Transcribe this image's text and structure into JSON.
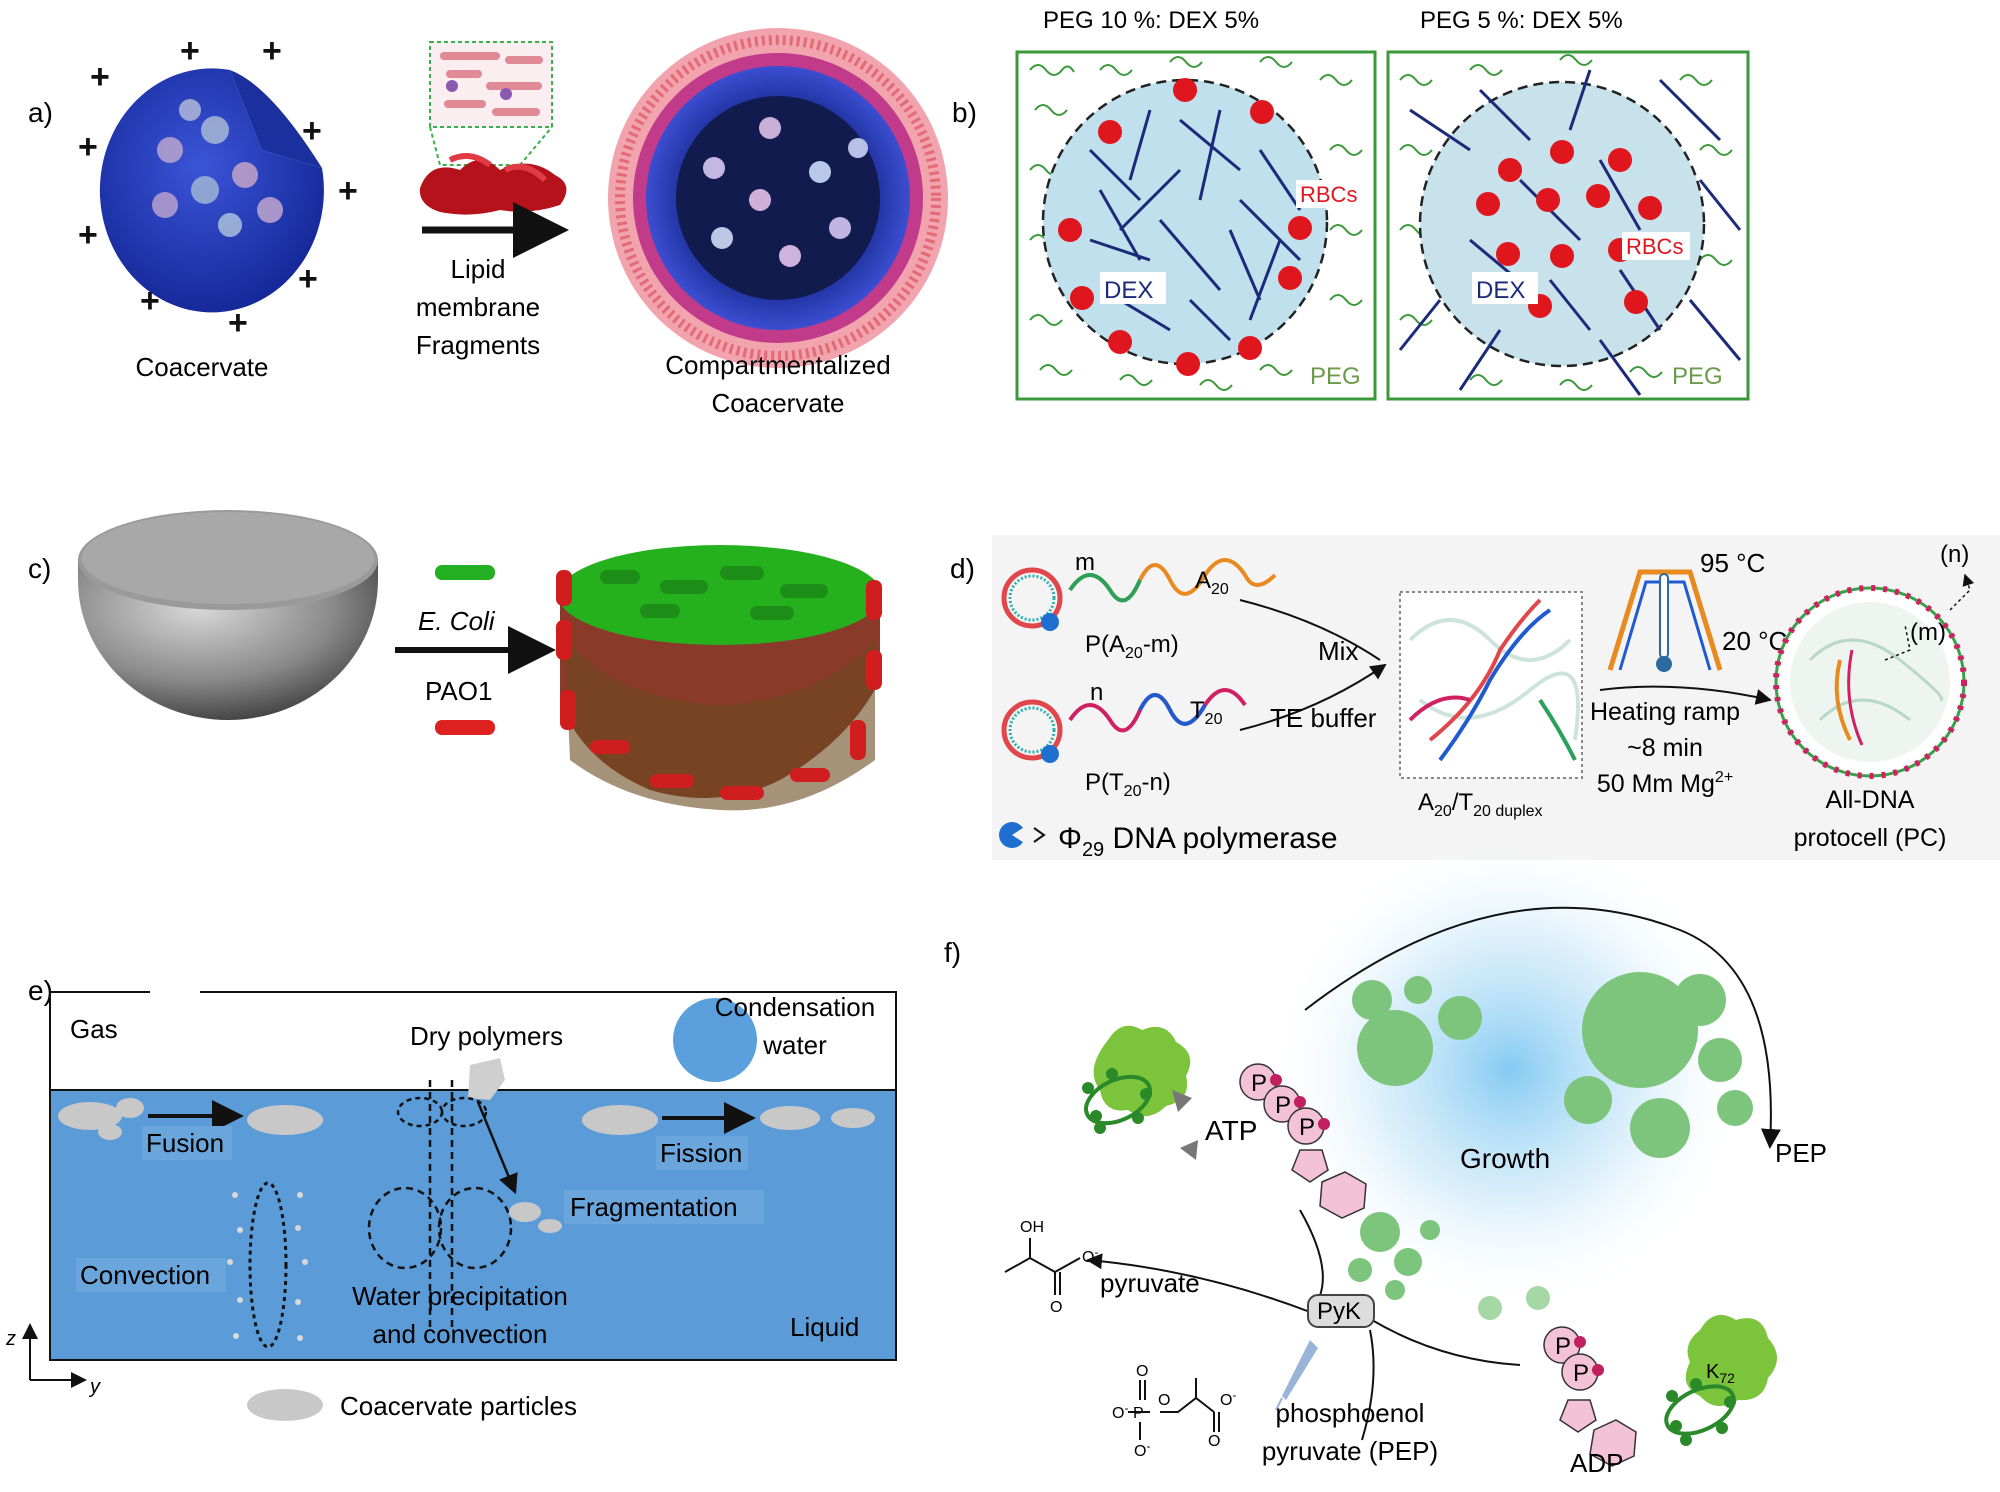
{
  "panel_a": {
    "label": "a)",
    "coacervate_caption": "Coacervate",
    "arrow_caption_1": "Lipid",
    "arrow_caption_2": "membrane",
    "arrow_caption_3": "Fragments",
    "result_caption_1": "Compartmentalized",
    "result_caption_2": "Coacervate",
    "charge_symbol": "+"
  },
  "panel_b": {
    "label": "b)",
    "left_title": "PEG 10 %: DEX 5%",
    "right_title": "PEG 5 %: DEX 5%",
    "dex_label": "DEX",
    "rbc_label": "RBCs",
    "peg_label": "PEG"
  },
  "panel_c": {
    "label": "c)",
    "bacteria_1": "E. Coli",
    "bacteria_2": "PAO1"
  },
  "panel_d": {
    "label": "d)",
    "strand_m": "m",
    "strand_a20": "A",
    "strand_a20_sub": "20",
    "product_1": "P(A",
    "product_1_sub": "20",
    "product_1_end": "-m)",
    "strand_n": "n",
    "strand_t20": "T",
    "strand_t20_sub": "20",
    "product_2": "P(T",
    "product_2_sub": "20",
    "product_2_end": "-n)",
    "mix_label": "Mix",
    "buffer_label": "TE buffer",
    "duplex_label": "A",
    "duplex_sub1": "20",
    "duplex_slash": "/T",
    "duplex_sub2": "20 duplex",
    "temp_high": "95 °C",
    "temp_low": "20 °C",
    "ramp_1": "Heating ramp",
    "ramp_2": "~8 min",
    "ramp_3": "50 Mm Mg",
    "ramp_3_sup": "2+",
    "label_n": "(n)",
    "label_m": "(m)",
    "result_1": "All-DNA",
    "result_2": "protocell (PC)",
    "polymerase_phi": "Φ",
    "polymerase_sub": "29",
    "polymerase_text": " DNA polymerase"
  },
  "panel_e": {
    "label": "e)",
    "gas": "Gas",
    "dry_polymers": "Dry polymers",
    "condensation_1": "Condensation",
    "condensation_2": "water",
    "fusion": "Fusion",
    "fission": "Fission",
    "fragmentation": "Fragmentation",
    "convection": "Convection",
    "precip_1": "Water precipitation",
    "precip_2": "and convection",
    "liquid": "Liquid",
    "axis_z": "z",
    "axis_y": "y",
    "legend": "Coacervate particles"
  },
  "panel_f": {
    "label": "f)",
    "atp": "ATP",
    "growth": "Growth",
    "pep_right": "PEP",
    "pyruvate": "pyruvate",
    "pyk": "PyK",
    "pep_1": "phosphoenol",
    "pep_2": "pyruvate (PEP)",
    "adp": "ADP",
    "k72": "K",
    "k72_sub": "72",
    "phosphate": "P",
    "oh": "OH",
    "oxygen": "O",
    "o_minus": "O",
    "minus": "-"
  },
  "colors": {
    "coacervate_blue": "#1f3fb5",
    "membrane_red": "#c41a2a",
    "peg_green": "#3a9a3a",
    "dex_navy": "#1c2a7a",
    "rbc_red": "#e0161e",
    "liquid_blue": "#5b9bd8",
    "droplet_grey": "#c8c8c8",
    "growth_green": "#7dc47d",
    "phosphate_pink": "#f4c2d6"
  }
}
